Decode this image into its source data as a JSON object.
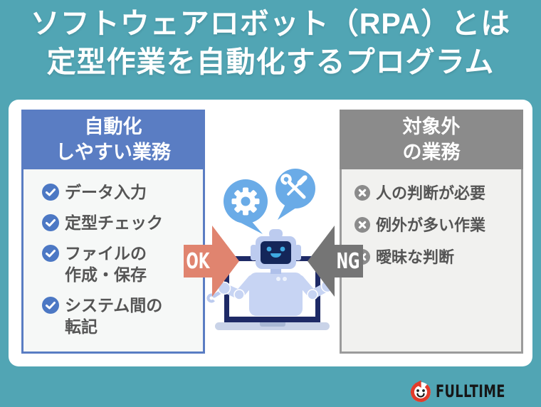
{
  "title": {
    "line1": "ソフトウェアロボット（RPA）とは",
    "line2": "定型作業を自動化するプログラム"
  },
  "left_card": {
    "header": {
      "line1": "自動化",
      "line2": "しやすい業務"
    },
    "items": [
      {
        "line1": "データ入力",
        "line2": ""
      },
      {
        "line1": "定型チェック",
        "line2": ""
      },
      {
        "line1": "ファイルの",
        "line2": "作成・保存"
      },
      {
        "line1": "システム間の",
        "line2": "転記"
      }
    ]
  },
  "right_card": {
    "header": {
      "line1": "対象外",
      "line2": "の業務"
    },
    "items": [
      {
        "label": "人の判断が必要"
      },
      {
        "label": "例外が多い作業"
      },
      {
        "label": "曖昧な判断"
      }
    ]
  },
  "center": {
    "ok_label": "OK",
    "ng_label": "NG"
  },
  "footer": {
    "brand": "FULLTIME"
  },
  "icons": {
    "left_item_icon": "check-circle",
    "right_item_icon": "x-circle",
    "bubble_left": "gear",
    "bubble_right": "wrench-and-screwdriver",
    "ok_arrow": "fat-arrow-right",
    "ng_arrow": "fat-arrow-left",
    "logo_icon": "circular-arrow-smiley"
  },
  "colors": {
    "background_teal": "#51A5B4",
    "panel_white": "#FFFFFF",
    "accent_blue": "#5A7DC3",
    "check_blue": "#4C78C4",
    "header_gray": "#8B8B8B",
    "ng_gray": "#757575",
    "ok_salmon": "#E0846F",
    "bubble_blue": "#6AABE7",
    "robot_navy": "#1E2A66",
    "robot_body": "#C7D4F3",
    "face_accent": "#3FA9E1",
    "logo_red": "#E23B2A",
    "item_text": "#555555"
  }
}
